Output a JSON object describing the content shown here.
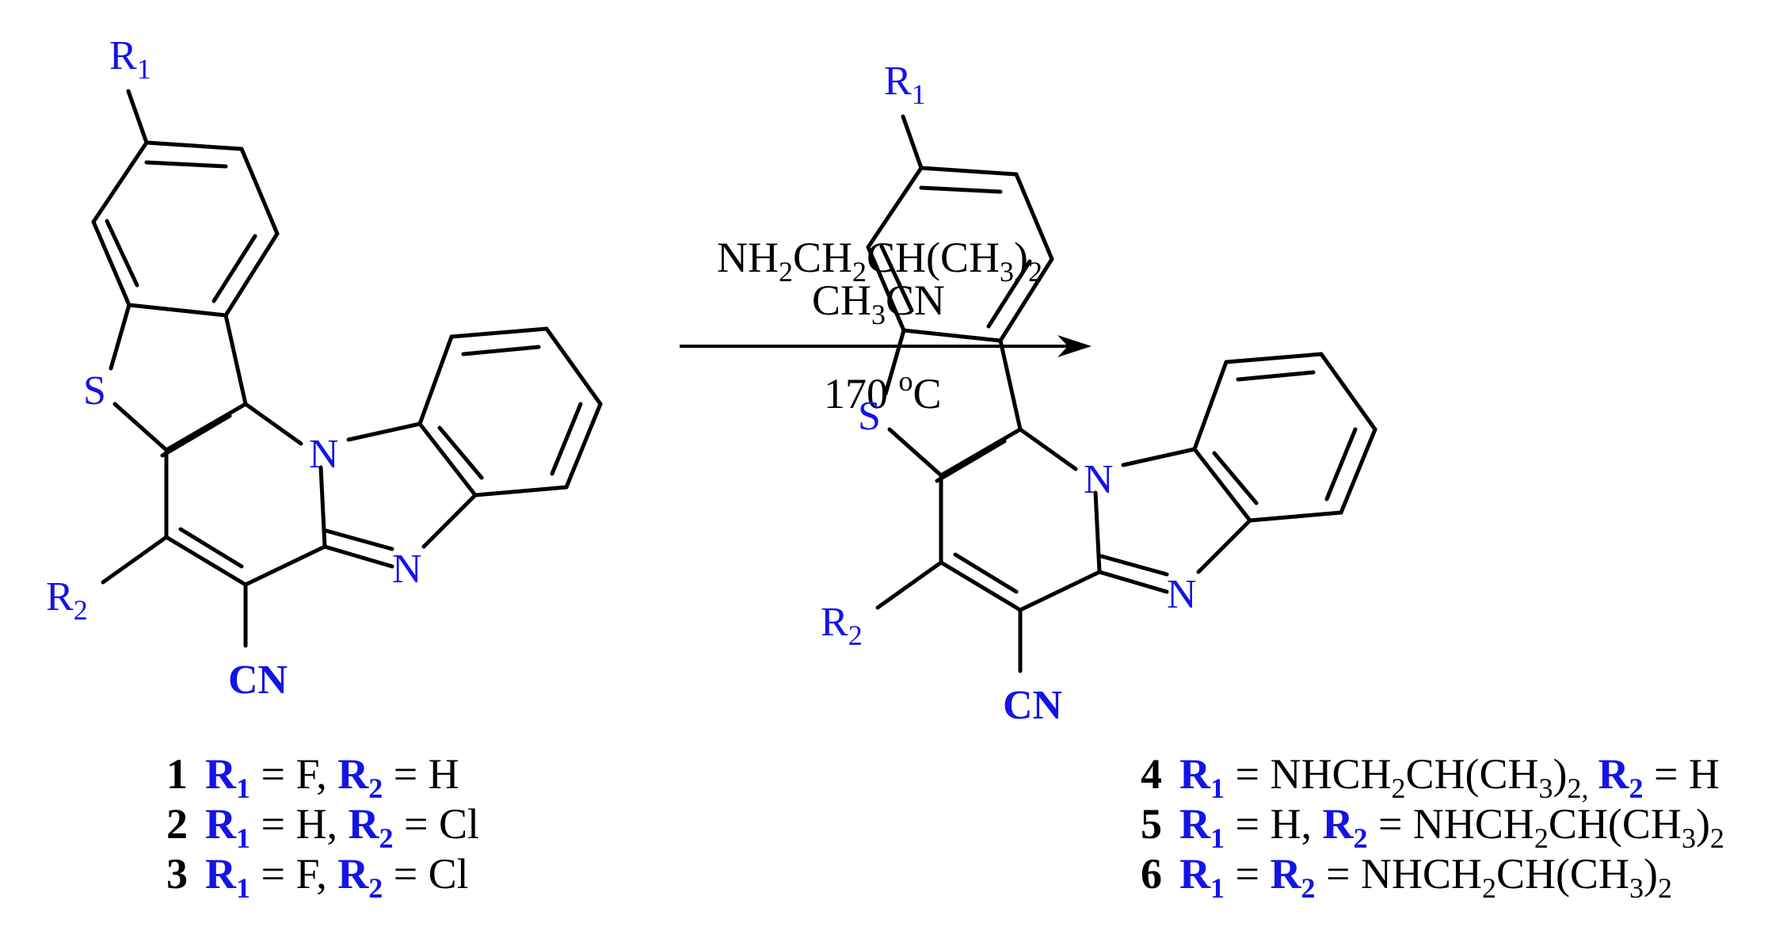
{
  "labels": {
    "r1": "R",
    "r1_sub": "1",
    "r2": "R",
    "r2_sub": "2",
    "s": "S",
    "n": "N",
    "cn": "CN"
  },
  "reaction": {
    "reagent1": "NH",
    "reagent1_sub_a": "2",
    "reagent1_mid": "CH",
    "reagent1_sub_b": "2",
    "reagent1_end": "CH(CH",
    "reagent1_sub_c": "3",
    "reagent1_close": ")",
    "reagent1_sub_d": "2",
    "reagent2": "CH",
    "reagent2_sub": "3",
    "reagent2_end": "CN",
    "temp_value": "170 ",
    "temp_sup": "o",
    "temp_unit": "C"
  },
  "legend_left": [
    {
      "num": "1",
      "r1": "F",
      "r2": "H"
    },
    {
      "num": "2",
      "r1": "H",
      "r2": "Cl"
    },
    {
      "num": "3",
      "r1": "F",
      "r2": "Cl"
    }
  ],
  "legend_right": {
    "l4_num": "4",
    "l4_text_a": " = NHCH",
    "l4_sub_a": "2",
    "l4_text_b": "CH(CH",
    "l4_sub_b": "3",
    "l4_text_c": ")",
    "l4_sub_c": "2,",
    "l4_text_d": " = H",
    "l5_num": "5",
    "l5_text_a": " = H, ",
    "l5_text_b": " = NHCH",
    "l5_sub_a": "2",
    "l5_text_c": "CH(CH",
    "l5_sub_b": "3",
    "l5_text_d": ")",
    "l5_sub_c": "2",
    "l6_num": "6",
    "l6_text_a": " = ",
    "l6_text_b": " = NHCH",
    "l6_sub_a": "2",
    "l6_text_c": "CH(CH",
    "l6_sub_b": "3",
    "l6_text_d": ")",
    "l6_sub_c": "2"
  },
  "colors": {
    "heteroatom": "#1414e6",
    "bond": "#000000"
  }
}
